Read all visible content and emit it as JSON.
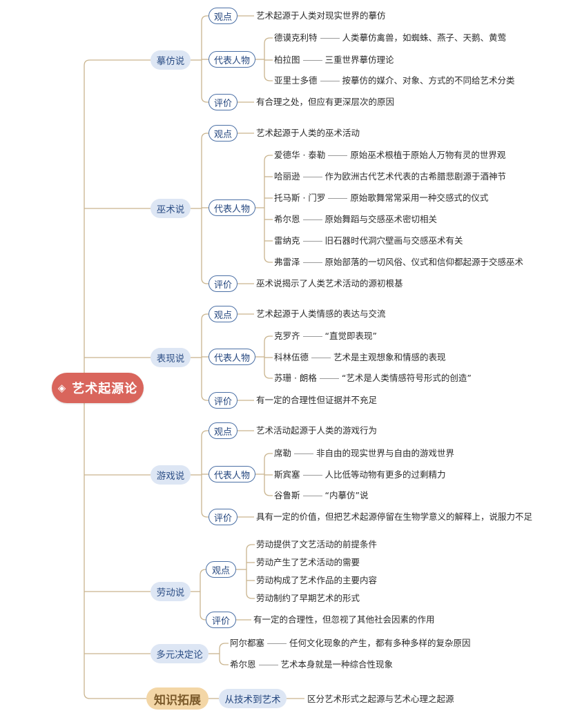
{
  "root": {
    "title": "艺术起源论",
    "icon": "diamond-icon"
  },
  "theories": [
    {
      "name": "摹仿说",
      "viewpoint_label": "观点",
      "viewpoint": "艺术起源于人类对现实世界的摹仿",
      "people_label": "代表人物",
      "people": [
        {
          "name": "德谟克利特",
          "desc": "人类摹仿禽兽，如蜘蛛、燕子、天鹅、黄莺"
        },
        {
          "name": "柏拉图",
          "desc": "三重世界摹仿理论"
        },
        {
          "name": "亚里士多德",
          "desc": "按摹仿的媒介、对象、方式的不同给艺术分类"
        }
      ],
      "evaluation_label": "评价",
      "evaluation": "有合理之处，但应有更深层次的原因"
    },
    {
      "name": "巫术说",
      "viewpoint_label": "观点",
      "viewpoint": "艺术起源于人类的巫术活动",
      "people_label": "代表人物",
      "people": [
        {
          "name": "爱德华 · 泰勒",
          "desc": "原始巫术根植于原始人万物有灵的世界观"
        },
        {
          "name": "哈丽逊",
          "desc": "作为欧洲古代艺术代表的古希腊悲剧源于酒神节"
        },
        {
          "name": "托马斯 · 门罗",
          "desc": "原始歌舞常常采用一种交感式的仪式"
        },
        {
          "name": "希尔恩",
          "desc": "原始舞蹈与交感巫术密切相关"
        },
        {
          "name": "雷纳克",
          "desc": "旧石器时代洞穴壁画与交感巫术有关"
        },
        {
          "name": "弗雷泽",
          "desc": "原始部落的一切风俗、仪式和信仰都起源于交感巫术"
        }
      ],
      "evaluation_label": "评价",
      "evaluation": "巫术说揭示了人类艺术活动的源初根基"
    },
    {
      "name": "表现说",
      "viewpoint_label": "观点",
      "viewpoint": "艺术起源于人类情感的表达与交流",
      "people_label": "代表人物",
      "people": [
        {
          "name": "克罗齐",
          "desc": "“直觉即表现”"
        },
        {
          "name": "科林伍德",
          "desc": "艺术是主观想象和情感的表现"
        },
        {
          "name": "苏珊 · 朗格",
          "desc": "“艺术是人类情感符号形式的创造”"
        }
      ],
      "evaluation_label": "评价",
      "evaluation": "有一定的合理性但证据并不充足"
    },
    {
      "name": "游戏说",
      "viewpoint_label": "观点",
      "viewpoint": "艺术活动起源于人类的游戏行为",
      "people_label": "代表人物",
      "people": [
        {
          "name": "席勒",
          "desc": "非自由的现实世界与自由的游戏世界"
        },
        {
          "name": "斯宾塞",
          "desc": "人比低等动物有更多的过剩精力"
        },
        {
          "name": "谷鲁斯",
          "desc": "“内摹仿”说"
        }
      ],
      "evaluation_label": "评价",
      "evaluation": "具有一定的价值，但把艺术起源停留在生物学意义的解释上，说服力不足"
    }
  ],
  "labor": {
    "name": "劳动说",
    "viewpoint_label": "观点",
    "viewpoints": [
      "劳动提供了文艺活动的前提条件",
      "劳动产生了艺术活动的需要",
      "劳动构成了艺术作品的主要内容",
      "劳动制约了早期艺术的形式"
    ],
    "evaluation_label": "评价",
    "evaluation": "有一定的合理性，但忽视了其他社会因素的作用"
  },
  "pluralism": {
    "name": "多元决定论",
    "people": [
      {
        "name": "阿尔都塞",
        "desc": "任何文化现象的产生，都有多种多样的复杂原因"
      },
      {
        "name": "希尔恩",
        "desc": "艺术本身就是一种综合性现象"
      }
    ]
  },
  "extension": {
    "name": "知识拓展",
    "topic": "从技术到艺术",
    "desc": "区分艺术形式之起源与艺术心理之起源"
  },
  "colors": {
    "root": "#d9655c",
    "branch": "#dde6f4",
    "branch_text": "#2d4f86",
    "extension": "#f3d6a6",
    "line": "#c9b48e",
    "node_border": "#4a6fa5"
  }
}
